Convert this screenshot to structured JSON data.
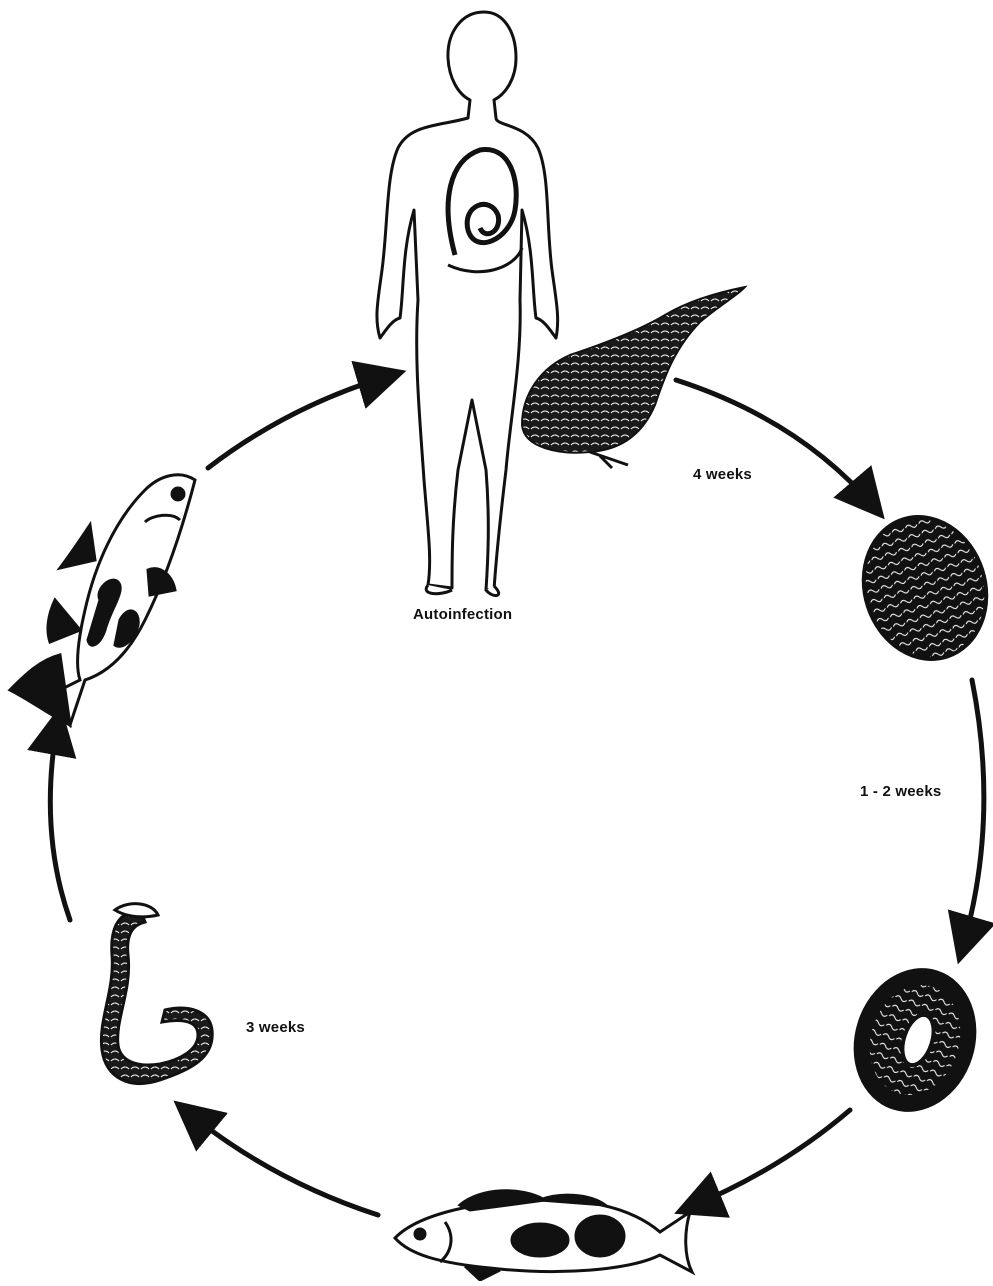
{
  "diagram": {
    "labels": {
      "autoinfection": "Autoinfection",
      "stage_1_duration": "4 weeks",
      "stage_2_duration": "1 - 2 weeks",
      "stage_3_duration": "3 weeks"
    },
    "stages": [
      {
        "name": "human-host-icon"
      },
      {
        "name": "proglottid-icon"
      },
      {
        "name": "egg-icon"
      },
      {
        "name": "embryonated-egg-icon"
      },
      {
        "name": "fish-intermediate-host-icon"
      },
      {
        "name": "larva-worm-icon"
      },
      {
        "name": "infected-fish-icon"
      }
    ],
    "colors": {
      "ink": "#111111",
      "background": "#ffffff"
    }
  }
}
